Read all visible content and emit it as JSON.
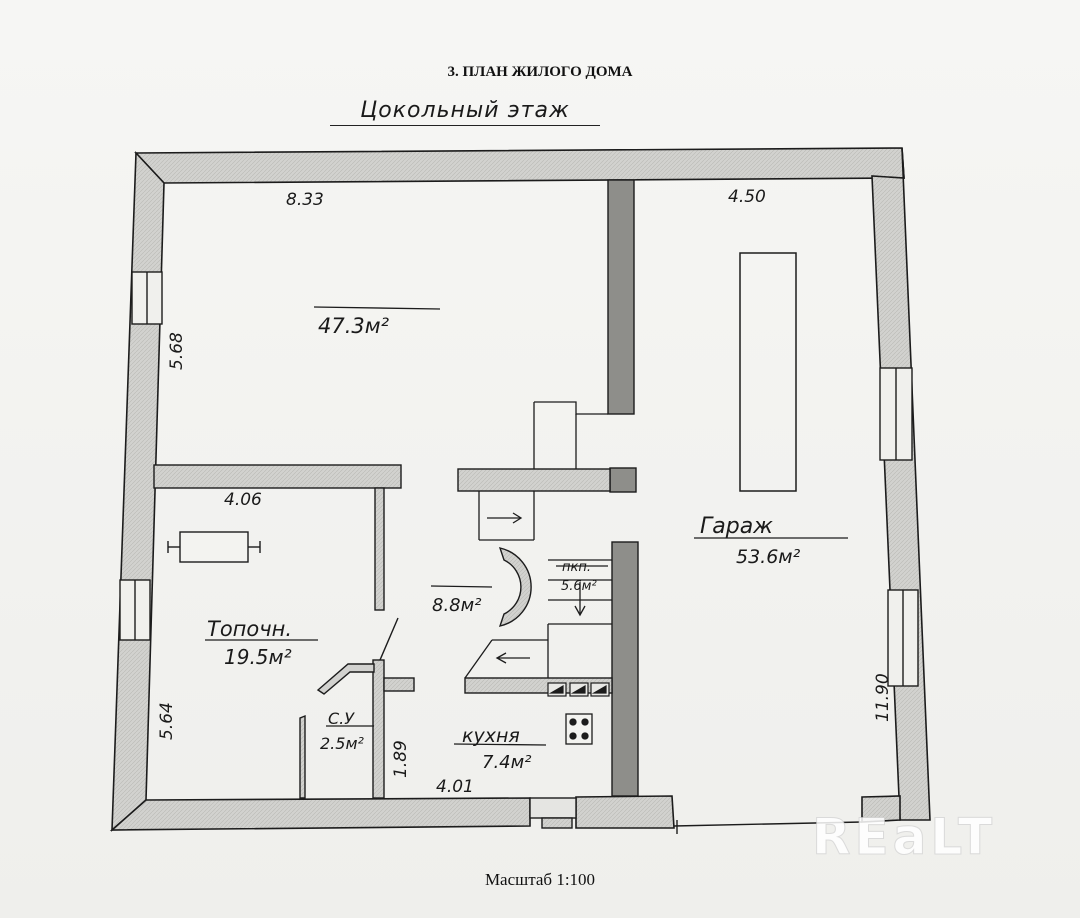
{
  "document": {
    "title": "3. ПЛАН ЖИЛОГО ДОМА",
    "floor_name": "Цокольный этаж",
    "scale": "Масштаб 1:100",
    "watermark": "REaLT"
  },
  "rooms": [
    {
      "id": "main-hall",
      "area": "47.3м²"
    },
    {
      "id": "garage",
      "name": "Гараж",
      "area": "53.6м²"
    },
    {
      "id": "boiler-room",
      "name": "Топочн.",
      "area": "19.5м²"
    },
    {
      "id": "hallway",
      "area": "8.8м²"
    },
    {
      "id": "storage",
      "name": "пкп.",
      "area": "5.6м²"
    },
    {
      "id": "bathroom",
      "name": "С.У",
      "area": "2.5м²"
    },
    {
      "id": "kitchen",
      "name": "кухня",
      "area": "7.4м²"
    }
  ],
  "dimensions": {
    "top_left_width": "8.33",
    "top_right_width": "4.50",
    "left_upper_height": "5.68",
    "boiler_width": "4.06",
    "left_lower_height": "5.64",
    "right_height": "11.90",
    "bottom_width": "4.01",
    "bathroom_height": "1.89"
  },
  "colors": {
    "wall_fill": "#cfcfcc",
    "wall_stroke": "#1c1c1c",
    "dark_wall": "#8e8e8a"
  }
}
